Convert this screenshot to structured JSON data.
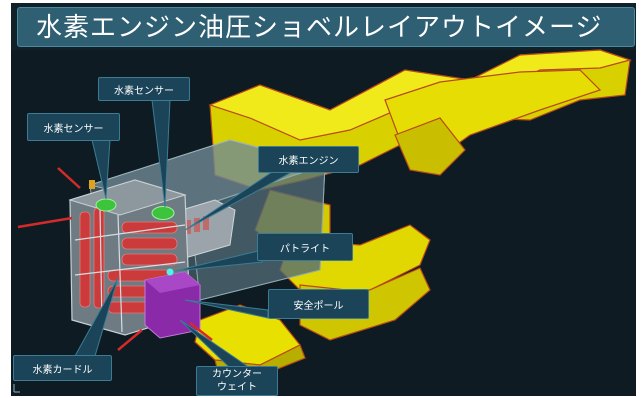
{
  "title": "水素エンジン油圧ショベルレイアウトイメージ",
  "labels": {
    "sensor_top": "水素センサー",
    "sensor_left": "水素センサー",
    "engine": "水素エンジン",
    "patlite": "パトライト",
    "safety_pole": "安全ポール",
    "cartridge": "水素カードル",
    "counterweight_1": "カウンター",
    "counterweight_2": "ウェイト"
  },
  "colors": {
    "background": "#122028",
    "boom": "#e8e200",
    "boom_edge": "#b84a1a",
    "callout": "#1c4458",
    "sensor": "#3cc43c",
    "counterweight": "#8a2aa8",
    "cylinders": "#cc3b3b",
    "safety_pole": "#d42a2a"
  }
}
